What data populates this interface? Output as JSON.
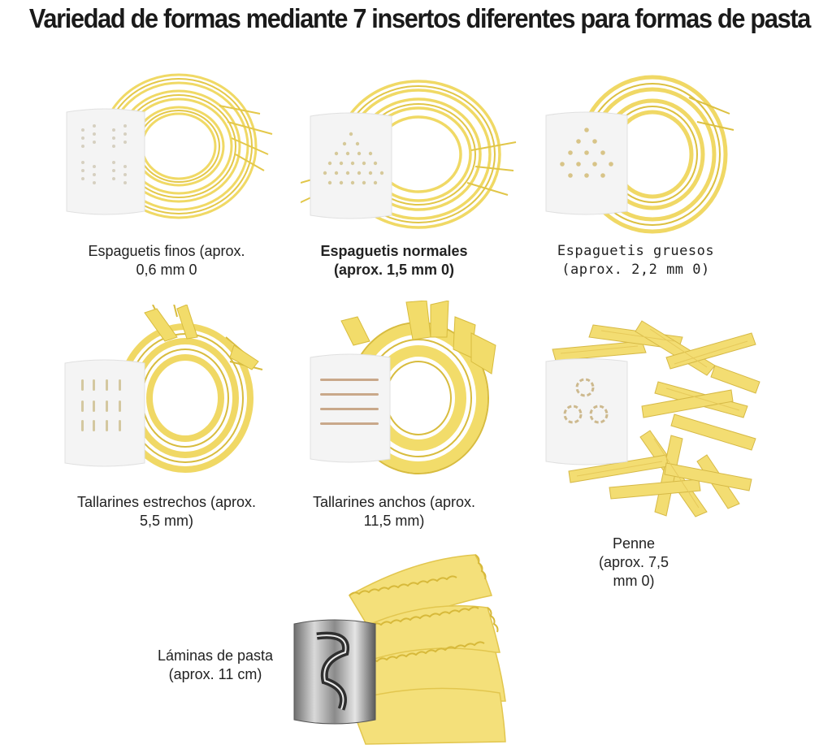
{
  "title": "Variedad de formas mediante 7 insertos diferentes para formas de pasta",
  "items": [
    {
      "line1": "Espaguetis finos (aprox.",
      "line2": "0,6 mm 0"
    },
    {
      "line1": "Espaguetis normales",
      "line2": "(aprox. 1,5 mm 0)"
    },
    {
      "line1": "Espaguetis gruesos",
      "line2": "(aprox. 2,2 mm 0)"
    },
    {
      "line1": "Tallarines estrechos (aprox.",
      "line2": "5,5 mm)"
    },
    {
      "line1": "Tallarines anchos (aprox.",
      "line2": "11,5 mm)"
    },
    {
      "line1": "Penne",
      "line2": "(aprox. 7,5",
      "line3": "mm 0)"
    },
    {
      "line1": "Láminas de pasta",
      "line2": "(aprox. 11 cm)"
    }
  ],
  "colors": {
    "pasta": "#f2dc6a",
    "pasta_dark": "#d9bd3c",
    "insert": "#f4f4f4"
  }
}
